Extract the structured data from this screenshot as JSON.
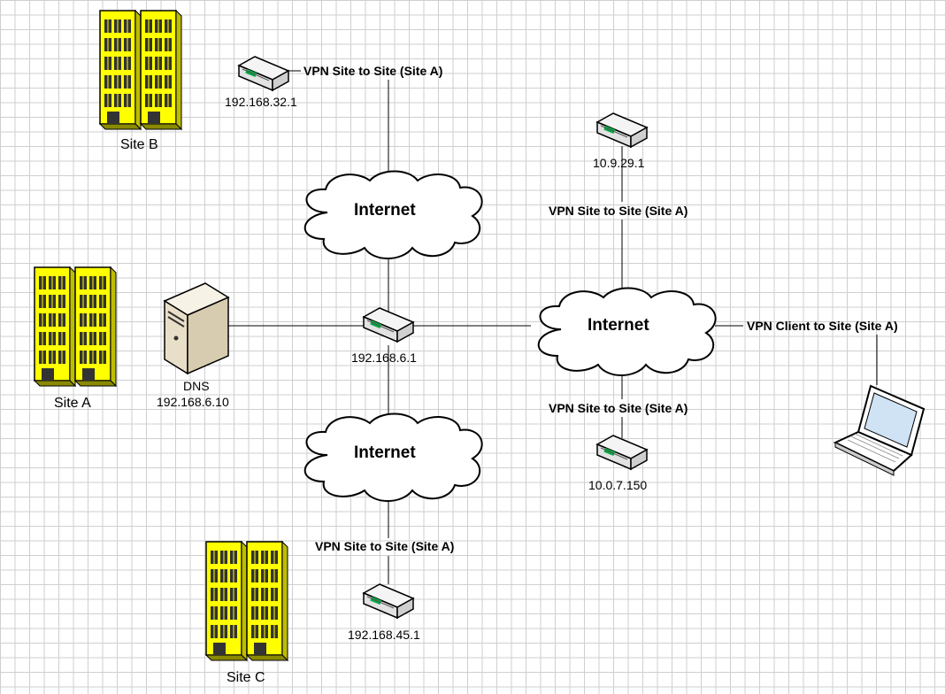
{
  "clouds": {
    "upper": "Internet",
    "middle": "Internet",
    "lower": "Internet"
  },
  "sites": {
    "a": "Site A",
    "b": "Site B",
    "c": "Site C"
  },
  "dns": {
    "name": "DNS",
    "ip": "192.168.6.10"
  },
  "routers": {
    "site_a": "192.168.6.1",
    "site_b": "192.168.32.1",
    "site_c": "192.168.45.1",
    "top_right": "10.9.29.1",
    "bottom_right": "10.0.7.150"
  },
  "links": {
    "site_b_vpn": "VPN Site to Site (Site A)",
    "top_right_vpn": "VPN Site to Site (Site A)",
    "bottom_right_vpn": "VPN Site to Site (Site A)",
    "site_c_vpn": "VPN Site to Site (Site A)",
    "client_vpn": "VPN Client to Site (Site A)"
  },
  "colors": {
    "building": "#ffff00",
    "building_outline": "#000000",
    "window": "#333333",
    "cloud_fill": "#ffffff",
    "router_led": "#00aa44",
    "laptop_screen": "#cfe3f5",
    "server_body": "#efe6d2"
  }
}
